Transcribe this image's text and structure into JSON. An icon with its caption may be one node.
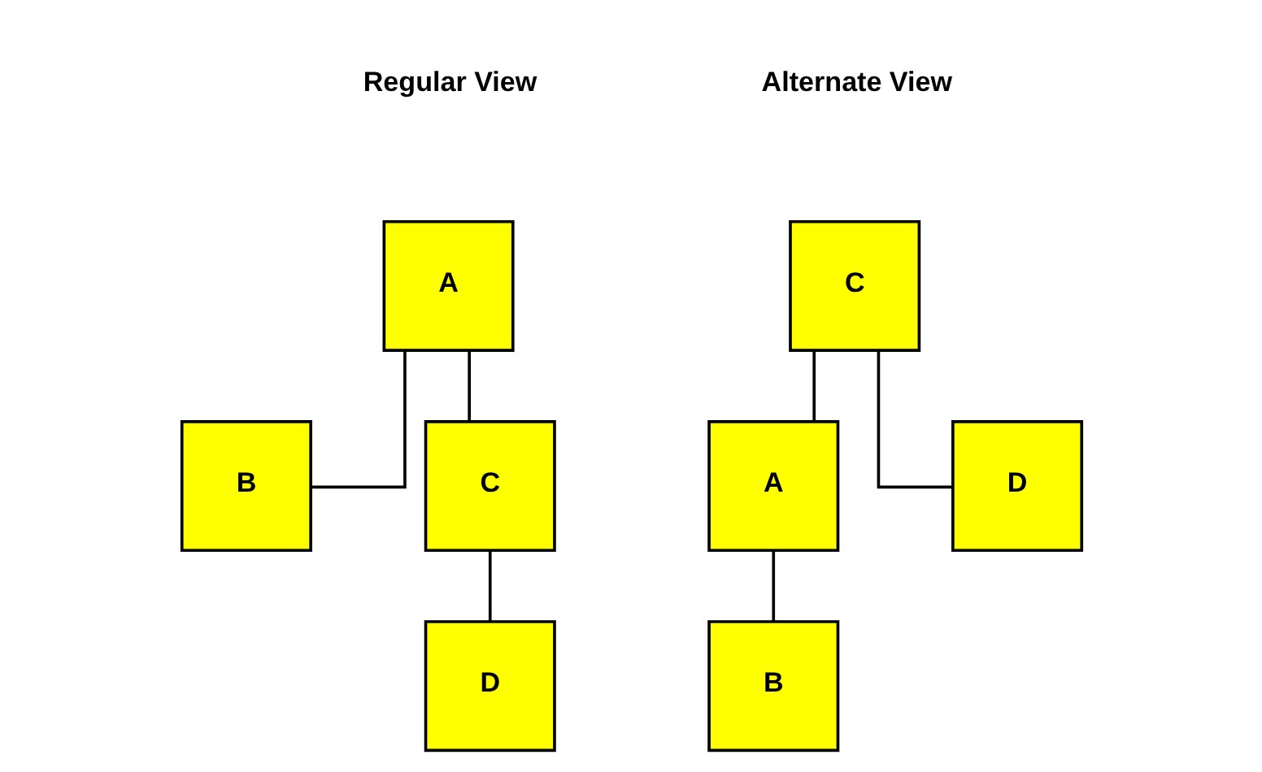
{
  "diagram": {
    "nodes": [
      {
        "text": [
          "A"
        ]
      },
      {
        "text": [
          "B"
        ]
      },
      {
        "text": [
          "C"
        ]
      },
      {
        "text": [
          "D"
        ]
      },
      {
        "text": [
          "C"
        ]
      },
      {
        "text": [
          "A"
        ]
      },
      {
        "text": [
          "D"
        ]
      },
      {
        "text": [
          "B"
        ]
      }
    ],
    "edges": [
      {
        "from": 0,
        "to": 1,
        "arrow": "none"
      },
      {
        "from": 0,
        "to": 2,
        "arrow": "none"
      },
      {
        "from": 2,
        "to": 3,
        "arrow": "none"
      },
      {
        "from": 4,
        "to": 5,
        "arrow": "none"
      },
      {
        "from": 4,
        "to": 6,
        "arrow": "none"
      },
      {
        "from": 5,
        "to": 7,
        "arrow": "none"
      }
    ],
    "labels": [
      "Regular View",
      "Alternate View"
    ]
  }
}
